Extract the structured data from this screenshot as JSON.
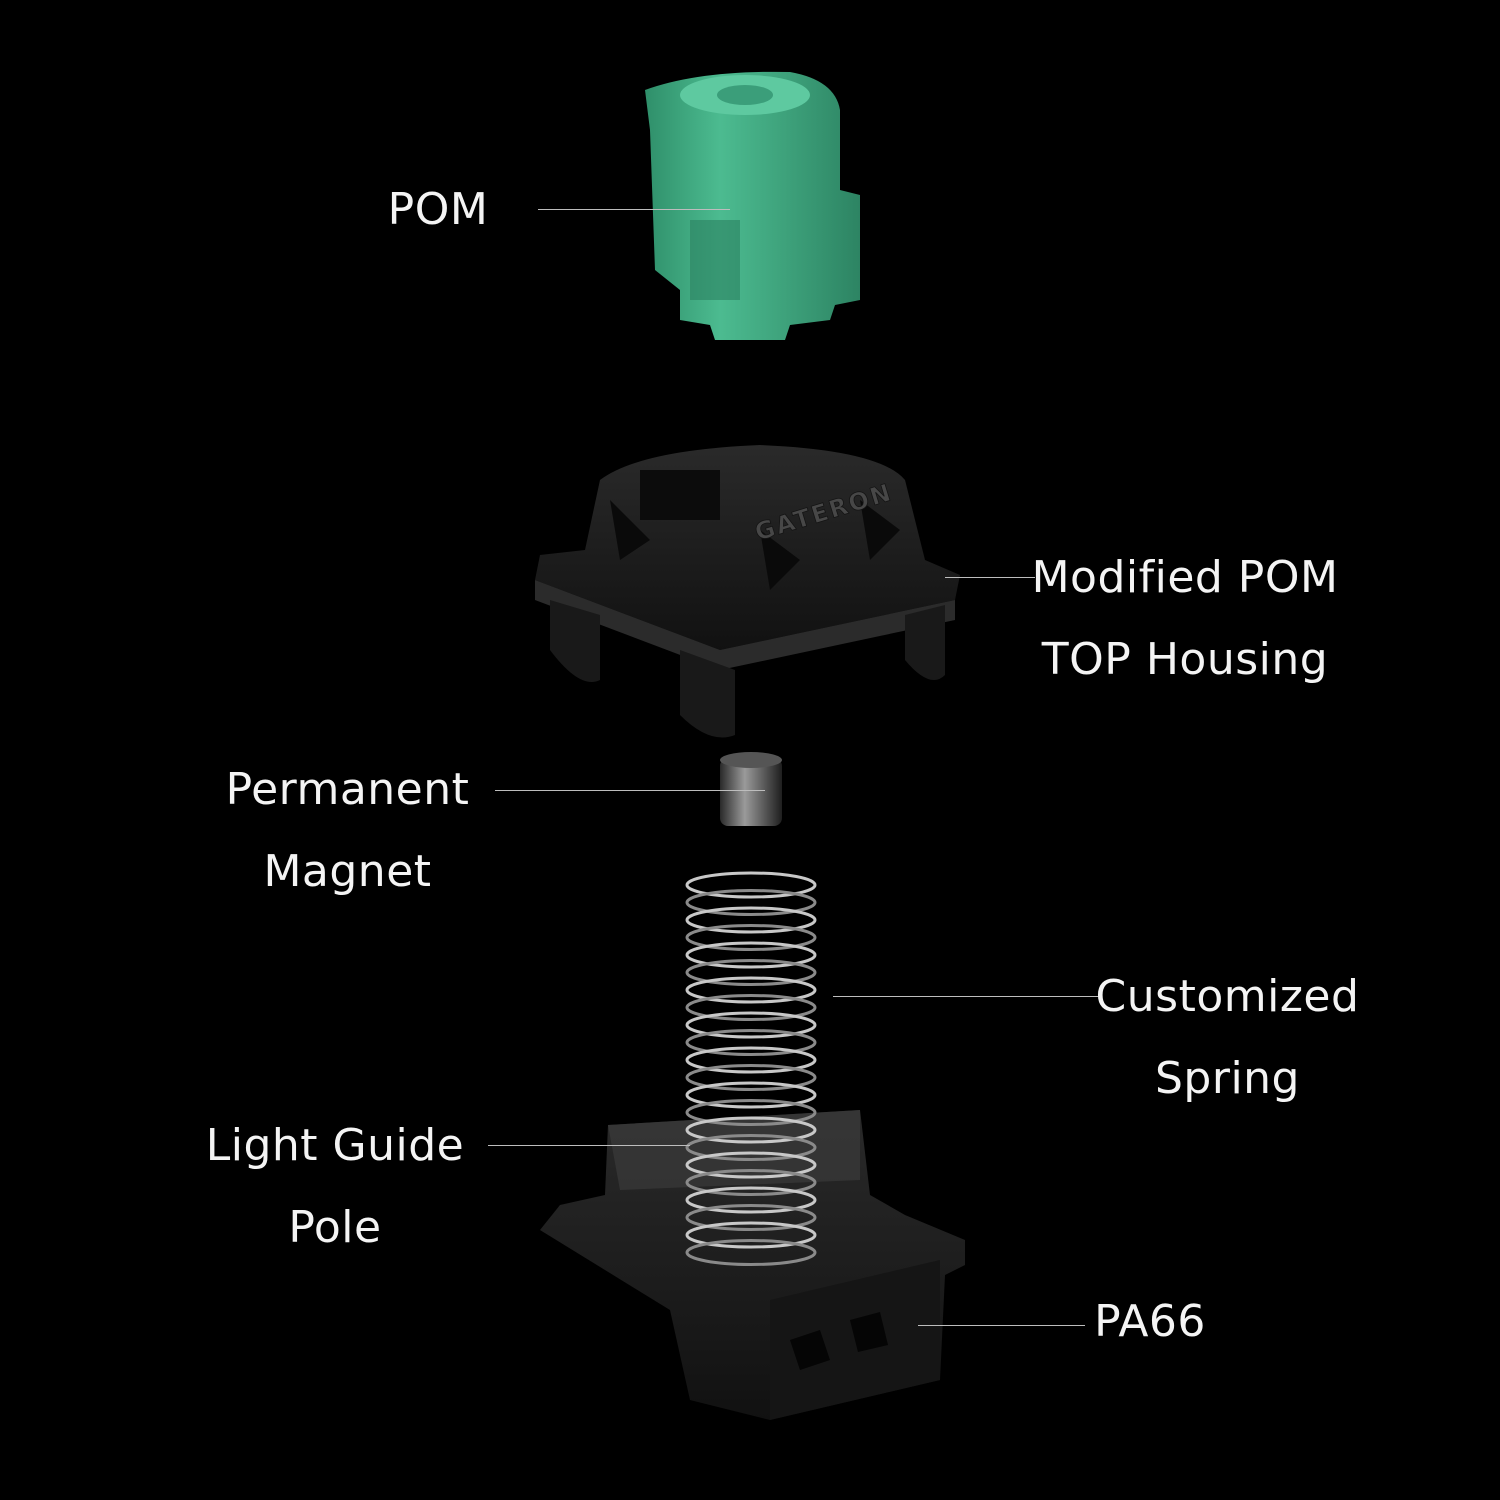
{
  "title": "Switch exploded view",
  "brand_emboss": "GATERON",
  "colors": {
    "stem": "#3fa981",
    "housing": "#1c1c1c",
    "background": "#000000",
    "leader": "#bdbdbd"
  },
  "parts": {
    "stem": {
      "lines": [
        "POM"
      ]
    },
    "top_housing": {
      "lines": [
        "Modified POM",
        "TOP Housing"
      ]
    },
    "magnet": {
      "lines": [
        "Permanent",
        "Magnet"
      ]
    },
    "spring": {
      "lines": [
        "Customized",
        "Spring"
      ]
    },
    "light_guide": {
      "lines": [
        "Light Guide",
        "Pole"
      ]
    },
    "bottom_housing": {
      "lines": [
        "PA66"
      ]
    }
  }
}
